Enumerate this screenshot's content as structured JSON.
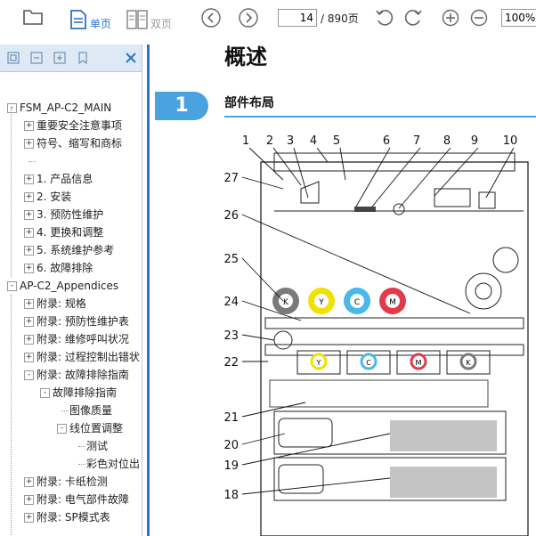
{
  "toolbar": {
    "single_page": "单页",
    "double_page": "双页",
    "page_current": "14",
    "page_total": "/ 890页",
    "zoom": "100%"
  },
  "tree": [
    {
      "label": "FSM_AP-C2_MAIN",
      "level": 0,
      "toggle": "-"
    },
    {
      "label": "重要安全注意事项",
      "level": 1,
      "toggle": "+"
    },
    {
      "label": "符号、缩写和商标",
      "level": 1,
      "toggle": "+"
    },
    {
      "label": "",
      "level": 1,
      "toggle": ""
    },
    {
      "label": "1. 产品信息",
      "level": 1,
      "toggle": "+"
    },
    {
      "label": "2. 安装",
      "level": 1,
      "toggle": "+"
    },
    {
      "label": "3. 预防性维护",
      "level": 1,
      "toggle": "+"
    },
    {
      "label": "4. 更换和调整",
      "level": 1,
      "toggle": "+"
    },
    {
      "label": "5. 系统维护参考",
      "level": 1,
      "toggle": "+"
    },
    {
      "label": "6. 故障排除",
      "level": 1,
      "toggle": "+"
    },
    {
      "label": "AP-C2_Appendices",
      "level": 0,
      "toggle": "-"
    },
    {
      "label": "附录: 规格",
      "level": 1,
      "toggle": "+"
    },
    {
      "label": "附录: 预防性维护表",
      "level": 1,
      "toggle": "+"
    },
    {
      "label": "附录: 维修呼叫状况",
      "level": 1,
      "toggle": "+"
    },
    {
      "label": "附录: 过程控制出错状",
      "level": 1,
      "toggle": "+"
    },
    {
      "label": "附录: 故障排除指南",
      "level": 1,
      "toggle": "-"
    },
    {
      "label": "故障排除指南",
      "level": 2,
      "toggle": "-"
    },
    {
      "label": "图像质量",
      "level": 3,
      "toggle": ""
    },
    {
      "label": "线位置调整",
      "level": 3,
      "toggle": "-"
    },
    {
      "label": "测试",
      "level": 4,
      "toggle": ""
    },
    {
      "label": "彩色对位出",
      "level": 4,
      "toggle": ""
    },
    {
      "label": "附录: 卡纸检测",
      "level": 1,
      "toggle": "+"
    },
    {
      "label": "附录: 电气部件故障",
      "level": 1,
      "toggle": "+"
    },
    {
      "label": "附录: SP模式表",
      "level": 1,
      "toggle": "+"
    }
  ],
  "doc": {
    "title": "概述",
    "section_number": "1",
    "section_title": "部件布局",
    "labels_top": [
      "1",
      "2",
      "3",
      "4",
      "5",
      "6",
      "7",
      "8",
      "9",
      "10"
    ],
    "labels_left": [
      "27",
      "26",
      "25",
      "24",
      "23",
      "22",
      "21",
      "20",
      "19",
      "18"
    ],
    "toners": [
      "K",
      "Y",
      "C",
      "M"
    ],
    "drums": [
      "Y",
      "C",
      "M",
      "K"
    ]
  },
  "colors": {
    "accent": "#4aa3df",
    "toolbar_blue": "#2f73c4",
    "panel_header": "#dde9f5",
    "toner_k": "#7a7a7a",
    "toner_y": "#f2e000",
    "toner_c": "#4ab8e8",
    "toner_m": "#e23a4a"
  }
}
